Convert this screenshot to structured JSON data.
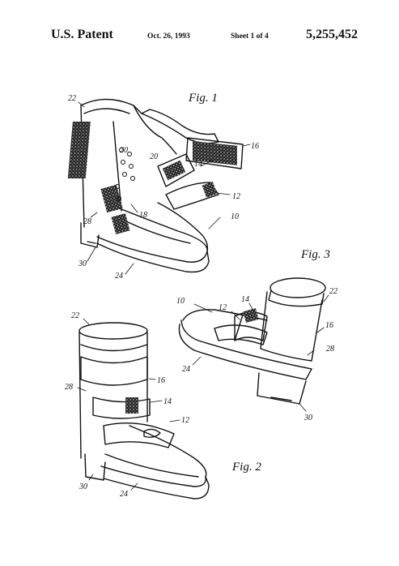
{
  "header": {
    "office": "U.S. Patent",
    "date": "Oct. 26, 1993",
    "sheet": "Sheet 1 of 4",
    "patent_number": "5,255,452"
  },
  "figures": {
    "fig1": {
      "label": "Fig. 1",
      "refs": [
        "22",
        "20",
        "20",
        "16",
        "14",
        "12",
        "18",
        "10",
        "28",
        "30",
        "24"
      ]
    },
    "fig2": {
      "label": "Fig. 2",
      "refs": [
        "22",
        "16",
        "28",
        "14",
        "12",
        "30",
        "24"
      ]
    },
    "fig3": {
      "label": "Fig. 3",
      "refs": [
        "10",
        "12",
        "14",
        "22",
        "16",
        "28",
        "24",
        "30"
      ]
    }
  }
}
